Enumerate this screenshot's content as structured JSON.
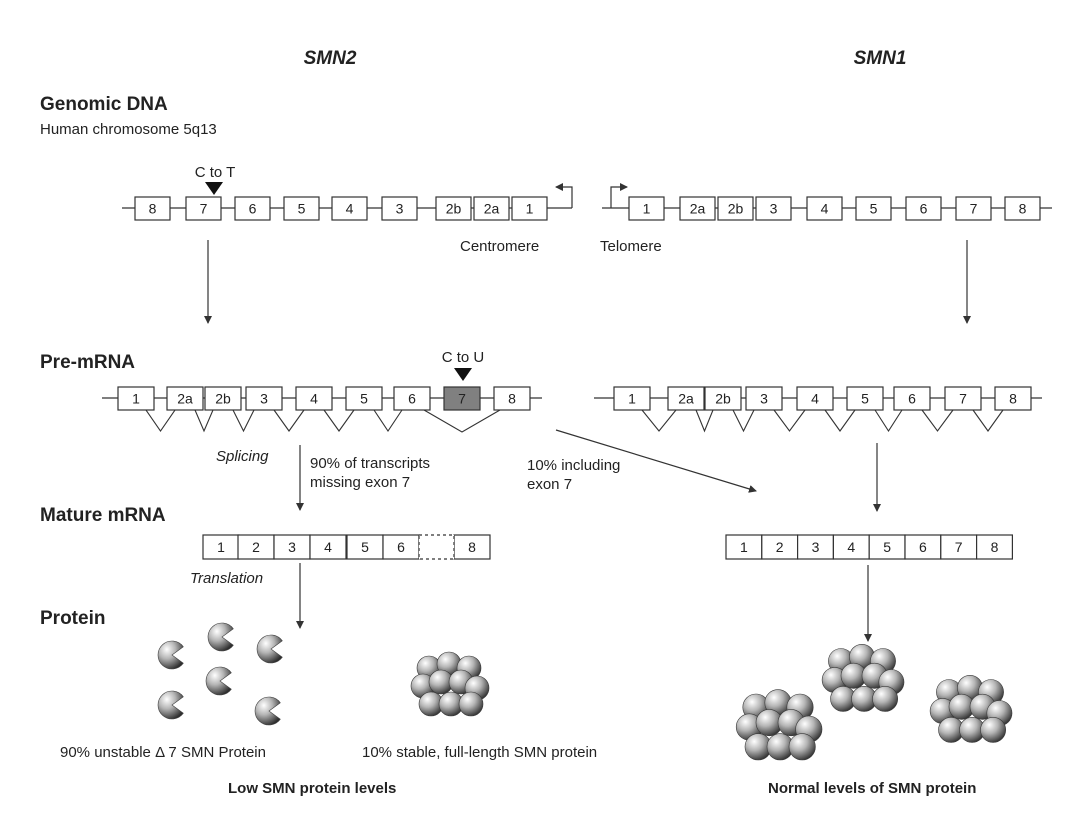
{
  "genes": {
    "left": "SMN2",
    "right": "SMN1"
  },
  "sections": {
    "genomic": "Genomic DNA",
    "genomic_sub": "Human chromosome 5q13",
    "premrna": "Pre-mRNA",
    "mature": "Mature mRNA",
    "protein": "Protein"
  },
  "labels": {
    "c_to_t": "C to T",
    "c_to_u": "C to U",
    "centromere": "Centromere",
    "telomere": "Telomere",
    "splicing": "Splicing",
    "translation": "Translation",
    "missing_line1": "90% of transcripts",
    "missing_line2": "missing exon 7",
    "including_line1": "10% including",
    "including_line2": "exon 7",
    "unstable": "90% unstable Δ 7 SMN Protein",
    "stable": "10% stable, full-length SMN protein",
    "low_levels": "Low SMN protein levels",
    "normal_levels": "Normal levels of SMN protein"
  },
  "exons": {
    "smn2_genomic": [
      "8",
      "7",
      "6",
      "5",
      "4",
      "3",
      "2b",
      "2a",
      "1"
    ],
    "smn1_genomic": [
      "1",
      "2a",
      "2b",
      "3",
      "4",
      "5",
      "6",
      "7",
      "8"
    ],
    "smn2_premrna": [
      "1",
      "2a",
      "2b",
      "3",
      "4",
      "5",
      "6",
      "7",
      "8"
    ],
    "smn1_premrna": [
      "1",
      "2a",
      "2b",
      "3",
      "4",
      "5",
      "6",
      "7",
      "8"
    ],
    "smn2_mature": [
      "1",
      "2",
      "3",
      "4",
      "5",
      "6",
      "8"
    ],
    "smn1_mature": [
      "1",
      "2",
      "3",
      "4",
      "5",
      "6",
      "7",
      "8"
    ]
  },
  "colors": {
    "mutant_exon": "#808080",
    "line": "#333333"
  }
}
